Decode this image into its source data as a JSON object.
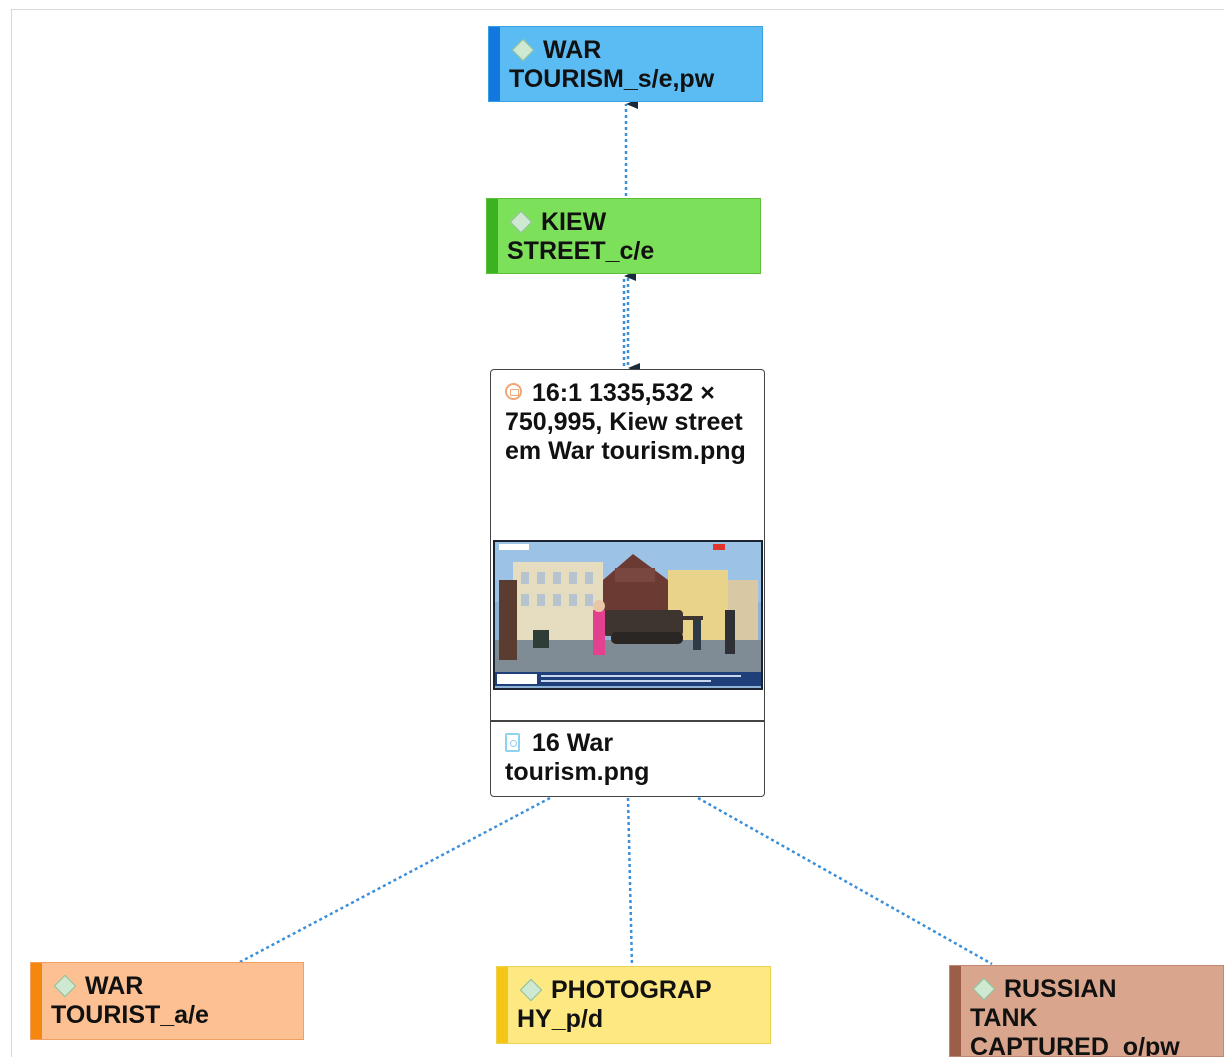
{
  "nodes": {
    "war_tourism": {
      "label": "WAR\nTOURISM_s/e,pw",
      "fill": "#5bbcf4",
      "bar": "#1377e0",
      "border": "#3a9fe0"
    },
    "kiew_street": {
      "label": "KIEW\nSTREET_c/e",
      "fill": "#7de05a",
      "bar": "#3bb320",
      "border": "#5cc03e"
    },
    "war_tourist": {
      "label": "WAR\nTOURIST_a/e",
      "fill": "#fcc092",
      "bar": "#f5870f",
      "border": "#f0a060"
    },
    "photography": {
      "label": "PHOTOGRAP\nHY_p/d",
      "fill": "#fde882",
      "bar": "#f6c616",
      "border": "#f0d050"
    },
    "russian_tank": {
      "label": "RUSSIAN\nTANK\nCAPTURED_o/pw",
      "fill": "#d9a58c",
      "bar": "#9c5e48",
      "border": "#c08870"
    }
  },
  "document": {
    "quotation": "16:1  1335,532 × 750,995, Kiew street em War tourism.png",
    "doc_name": "16  War tourism.png",
    "quote_icon": "camera-icon",
    "doc_icon": "image-file-icon",
    "code_icon": "diamond-icon"
  },
  "links_color": "#3b8fd9",
  "arrow_color": "#1a2a3a"
}
